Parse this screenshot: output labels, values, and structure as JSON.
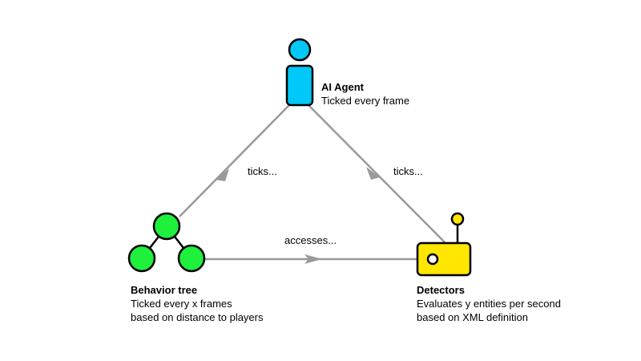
{
  "nodes": {
    "agent": {
      "icon": "person-icon",
      "title": "AI Agent",
      "lines": [
        "Ticked every frame"
      ],
      "color": "#00c8f8"
    },
    "behavior_tree": {
      "icon": "tree-icon",
      "title": "Behavior tree",
      "lines": [
        "Ticked every x frames",
        "based on distance to players"
      ],
      "color": "#1ef03c"
    },
    "detectors": {
      "icon": "radio-device-icon",
      "title": "Detectors",
      "lines": [
        "Evaluates y entities per second",
        "based on XML definition"
      ],
      "color": "#ffe600"
    }
  },
  "edges": {
    "agent_to_tree": {
      "label": "ticks..."
    },
    "agent_to_detectors": {
      "label": "ticks..."
    },
    "tree_to_detectors": {
      "label": "accesses..."
    }
  },
  "colors": {
    "edge": "#999999",
    "outline": "#000000"
  }
}
